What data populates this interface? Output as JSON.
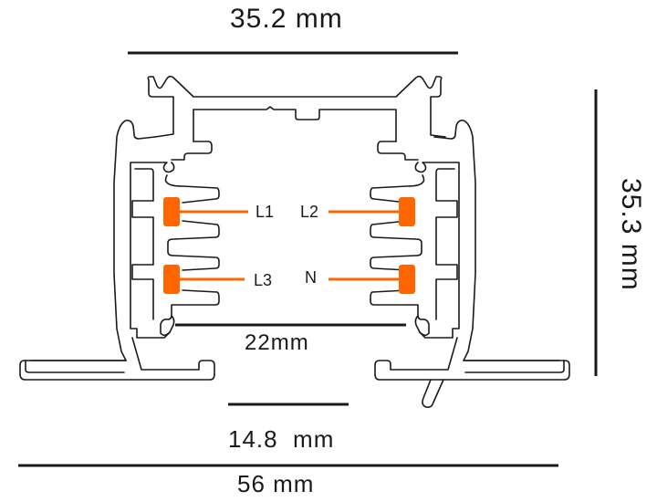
{
  "title": "3-circuit track rail cross-section",
  "colors": {
    "line": "#1a1a1a",
    "conductor": "#ff6600",
    "background": "#ffffff"
  },
  "dimensions": {
    "top_width": "35.2 mm",
    "height": "35.3 mm",
    "inner_width": "22mm",
    "bottom_opening": "14.8  mm",
    "overall_width": "56 mm"
  },
  "conductors": [
    {
      "label": "L1",
      "side": "left",
      "position": "upper"
    },
    {
      "label": "L3",
      "side": "left",
      "position": "lower"
    },
    {
      "label": "L2",
      "side": "right",
      "position": "upper"
    },
    {
      "label": "N",
      "side": "right",
      "position": "lower"
    }
  ]
}
